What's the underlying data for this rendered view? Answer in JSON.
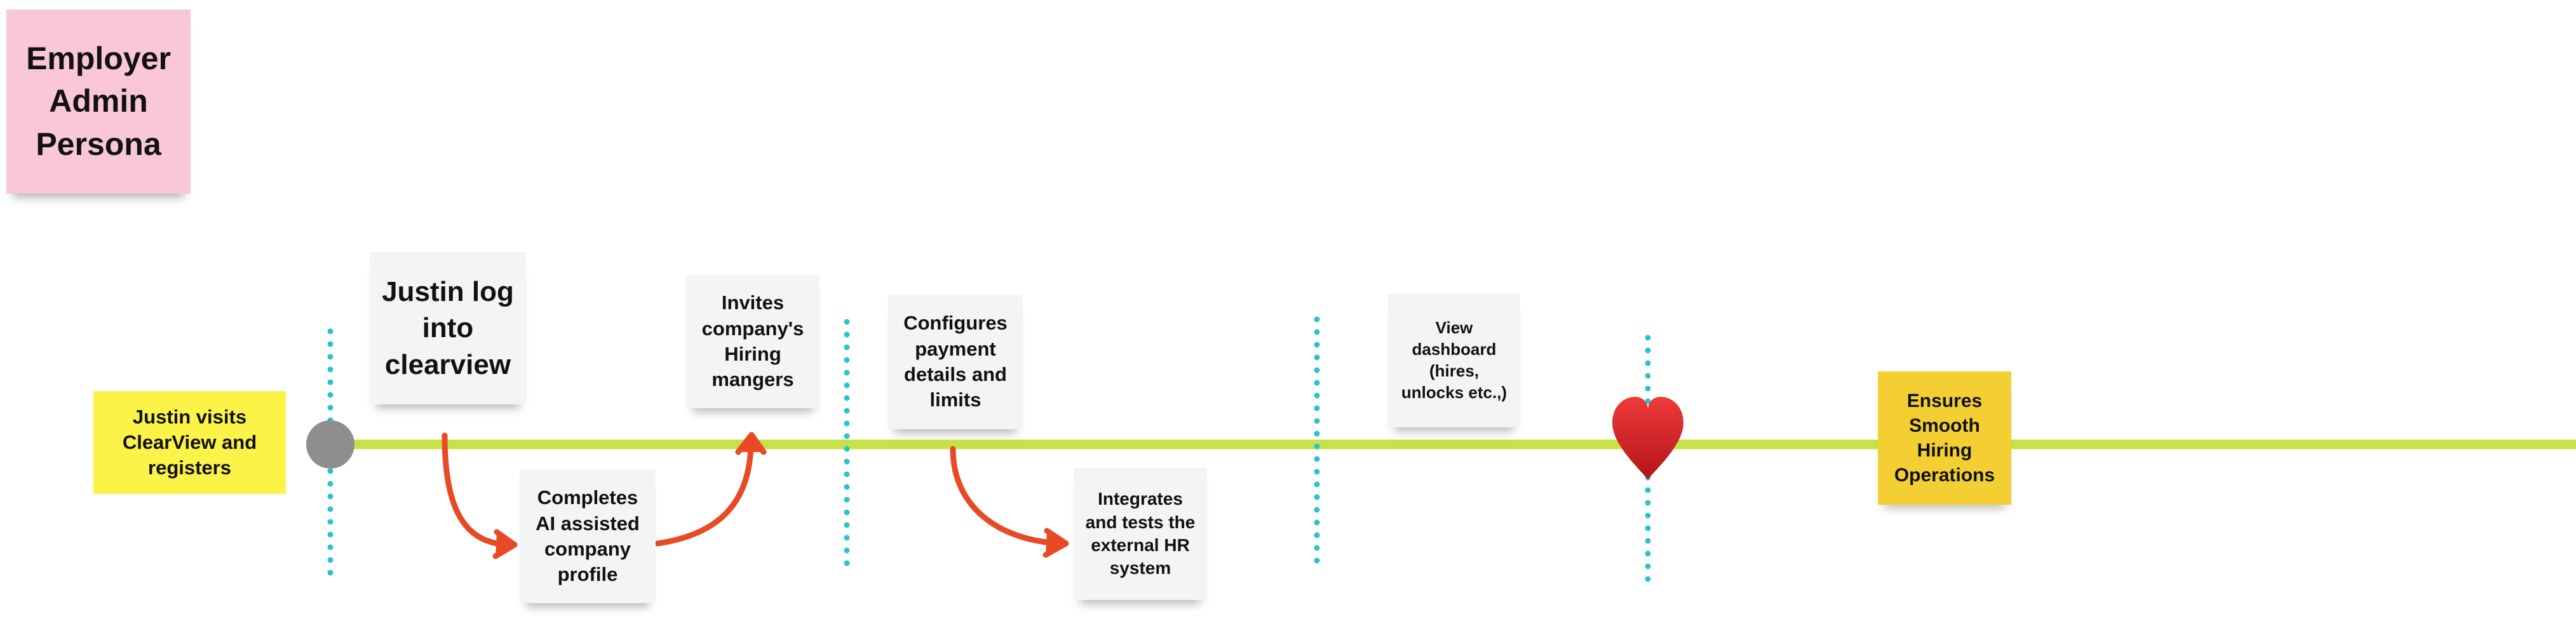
{
  "persona": {
    "label": "Employer Admin Persona",
    "color": "#f9c7d7"
  },
  "colors": {
    "timeline": "#c6e246",
    "arrow": "#e84a26",
    "divider": "#29c3cf",
    "start_dot": "#8e8e8e",
    "heart": "#d91e22",
    "start_note": "#fbf348",
    "end_note": "#f4cf33",
    "step_note": "#f3f4f6"
  },
  "notes": {
    "start": "Justin visits ClearView and registers",
    "login": "Justin log into clearview",
    "profile": "Completes AI assisted company profile",
    "invite": "Invites company's Hiring mangers",
    "payment": "Configures payment details and limits",
    "integrate": "Integrates and tests the external HR system",
    "dashboard": "View dashboard (hires, unlocks etc.,)",
    "end": "Ensures Smooth Hiring Operations"
  },
  "icons": {
    "start_marker": "circle-marker-icon",
    "goal_marker": "heart-icon"
  }
}
